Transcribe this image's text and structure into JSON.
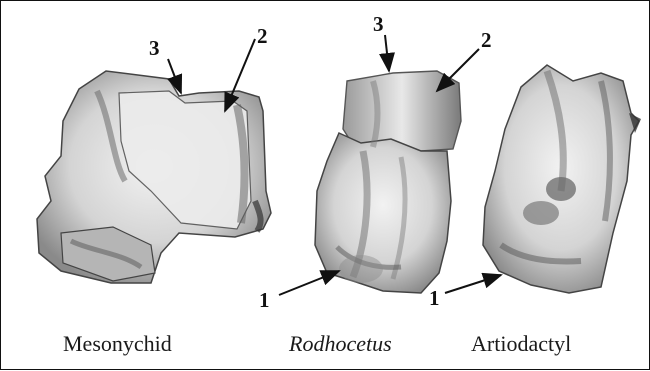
{
  "figure": {
    "specimens": [
      {
        "id": "mesonychid",
        "caption": "Mesonychid"
      },
      {
        "id": "rodhocetus",
        "caption": "Rodhocetus"
      },
      {
        "id": "artiodactyl",
        "caption": "Artiodactyl"
      }
    ],
    "markers": {
      "meso_3": "3",
      "meso_2": "2",
      "rodh_3": "3",
      "rodh_2": "2",
      "rodh_1": "1",
      "artio_1": "1"
    },
    "colors": {
      "frame": "#111111",
      "bone_light": "#e6e6e6",
      "bone_mid": "#a8a8a8",
      "bone_dark": "#5a5a5a",
      "arrow": "#111111"
    }
  }
}
